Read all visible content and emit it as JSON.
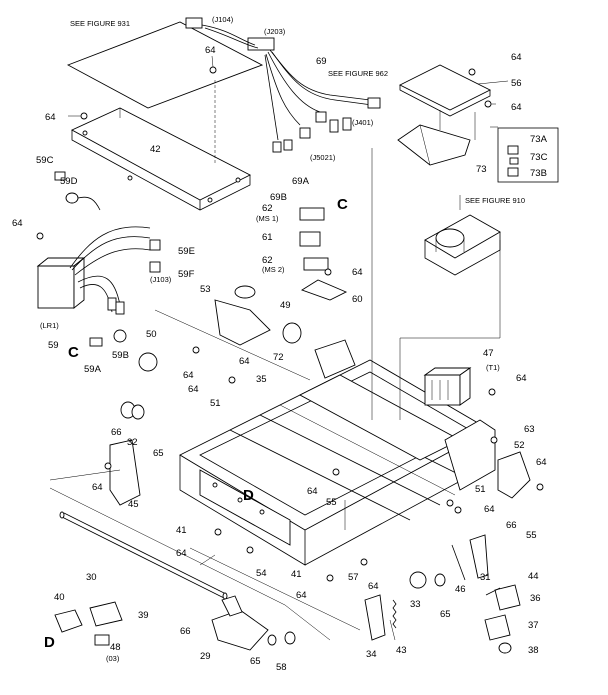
{
  "references": {
    "fig931": "SEE FIGURE 931",
    "fig962": "SEE FIGURE 962",
    "fig910": "SEE FIGURE 910"
  },
  "connectors": {
    "j104": "(J104)",
    "j203": "(J203)",
    "j401": "(J401)",
    "j5021": "(J5021)",
    "j103": "(J103)",
    "ms1": "(MS 1)",
    "ms2": "(MS 2)",
    "lr1": "(LR1)",
    "t1": "(T1)",
    "o3": "(03)"
  },
  "callouts": {
    "c1": "C",
    "c2": "C",
    "d1": "D",
    "d2": "D"
  },
  "parts": {
    "p64a": "64",
    "p56": "56",
    "p64b": "64",
    "p64c": "64",
    "p69": "69",
    "p64d": "64",
    "p73a": "73A",
    "p73": "73",
    "p73c": "73C",
    "p73b": "73B",
    "p59c": "59C",
    "p59d": "59D",
    "p42": "42",
    "p69a": "69A",
    "p69b": "69B",
    "p62a": "62",
    "p61": "61",
    "p62b": "62",
    "p64e": "64",
    "p60": "60",
    "p64f": "64",
    "p59e": "59E",
    "p59f": "59F",
    "p53": "53",
    "p49": "49",
    "p59": "59",
    "p59b": "59B",
    "p59a": "59A",
    "p50": "50",
    "p64g": "64",
    "p64h": "64",
    "p72": "72",
    "p35": "35",
    "p47": "47",
    "p64i": "64",
    "p64j": "64",
    "p51a": "51",
    "p66a": "66",
    "p32": "32",
    "p65a": "65",
    "p63": "63",
    "p52": "52",
    "p64k": "64",
    "p64l": "64",
    "p45": "45",
    "p64m": "64",
    "p55a": "55",
    "p51b": "51",
    "p64n": "64",
    "p41a": "41",
    "p66b": "66",
    "p55b": "55",
    "p64o": "64",
    "p54": "54",
    "p41b": "41",
    "p57": "57",
    "p64p": "64",
    "p31": "31",
    "p44": "44",
    "p46": "46",
    "p30": "30",
    "p64q": "64",
    "p33": "33",
    "p65b": "65",
    "p36": "36",
    "p40": "40",
    "p39": "39",
    "p66c": "66",
    "p37": "37",
    "p48": "48",
    "p29": "29",
    "p65c": "65",
    "p58": "58",
    "p34": "34",
    "p43": "43",
    "p38": "38"
  }
}
